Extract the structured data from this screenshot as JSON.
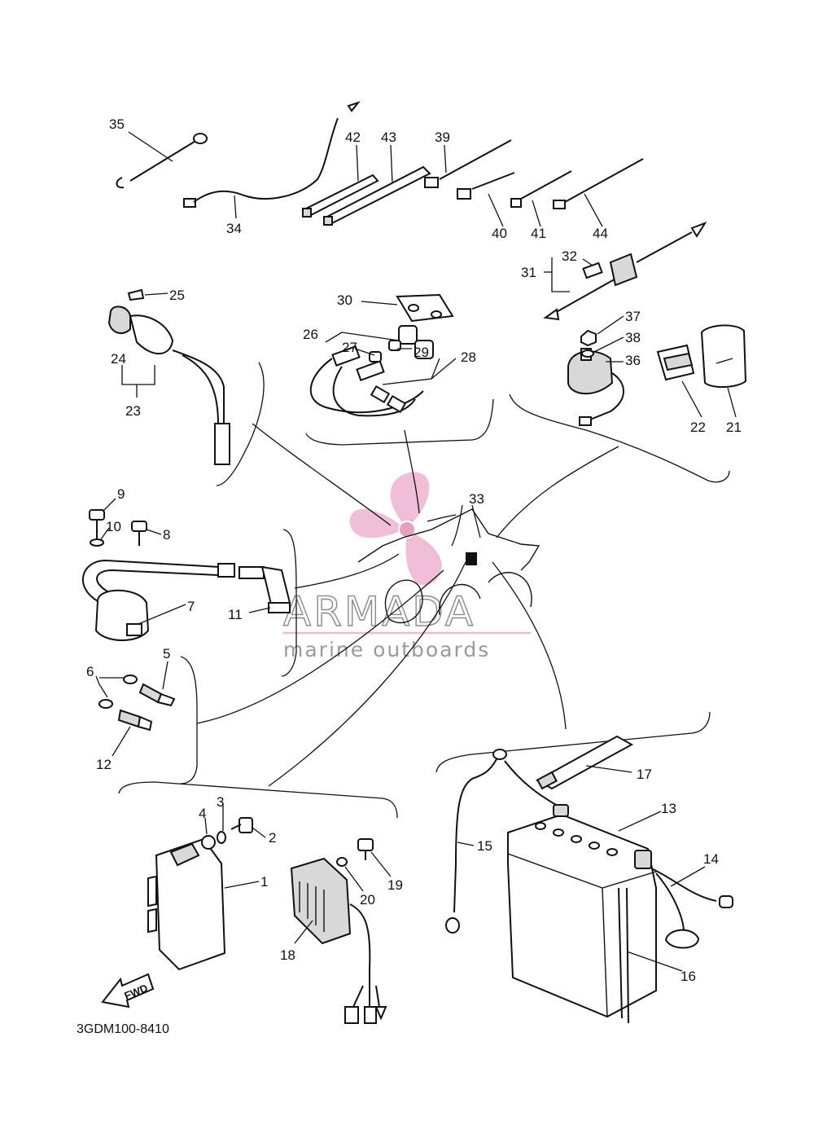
{
  "diagram": {
    "drawing_code": "3GDM100-8410",
    "fwd_label": "FWD",
    "watermark": {
      "brand": "ARMADA",
      "tagline": "marine outboards",
      "accent_color": "#efb9d3"
    },
    "callouts": {
      "c1": "1",
      "c2": "2",
      "c3": "3",
      "c4": "4",
      "c5": "5",
      "c6": "6",
      "c7": "7",
      "c8": "8",
      "c9": "9",
      "c10": "10",
      "c11": "11",
      "c12": "12",
      "c13": "13",
      "c14": "14",
      "c15": "15",
      "c16": "16",
      "c17": "17",
      "c18": "18",
      "c19": "19",
      "c20": "20",
      "c21": "21",
      "c22": "22",
      "c23": "23",
      "c24": "24",
      "c25": "25",
      "c26": "26",
      "c27": "27",
      "c28": "28",
      "c29": "29",
      "c30": "30",
      "c31": "31",
      "c32": "32",
      "c33": "33",
      "c34": "34",
      "c35": "35",
      "c36": "36",
      "c37": "37",
      "c38": "38",
      "c39": "39",
      "c40": "40",
      "c41": "41",
      "c42": "42",
      "c43": "43",
      "c44": "44"
    }
  }
}
